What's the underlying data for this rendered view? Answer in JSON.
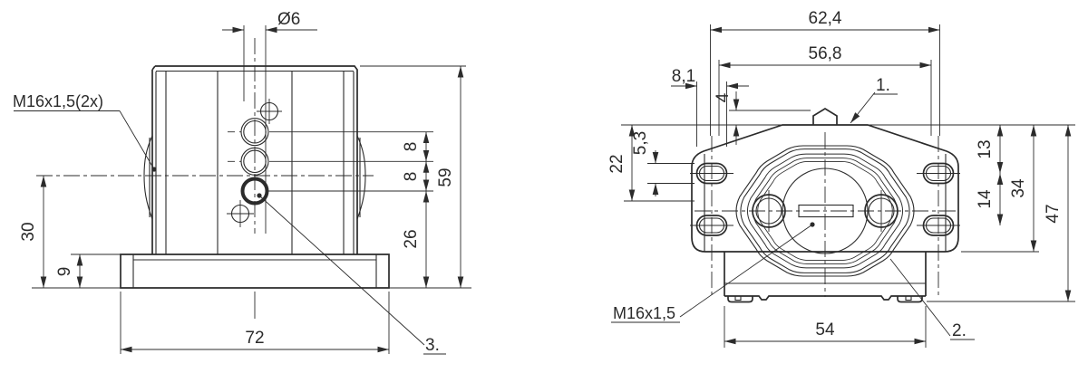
{
  "colors": {
    "background": "#ffffff",
    "line": "#2b2b2b"
  },
  "views": {
    "front": {
      "dims": {
        "dia6": "Ø6",
        "s8a": "8",
        "s8b": "8",
        "h26": "26",
        "h59": "59",
        "h30": "30",
        "h9": "9",
        "w72": "72"
      },
      "labels": {
        "thread": "M16x1,5(2x)",
        "callout3": "3."
      }
    },
    "side": {
      "dims": {
        "w624": "62,4",
        "w568": "56,8",
        "w81": "8,1",
        "h4": "4",
        "v22": "22",
        "v53": "5,3",
        "v13": "13",
        "v14": "14",
        "v34": "34",
        "v47": "47",
        "w54": "54"
      },
      "labels": {
        "thread": "M16x1,5",
        "callout1": "1.",
        "callout2": "2."
      }
    }
  }
}
